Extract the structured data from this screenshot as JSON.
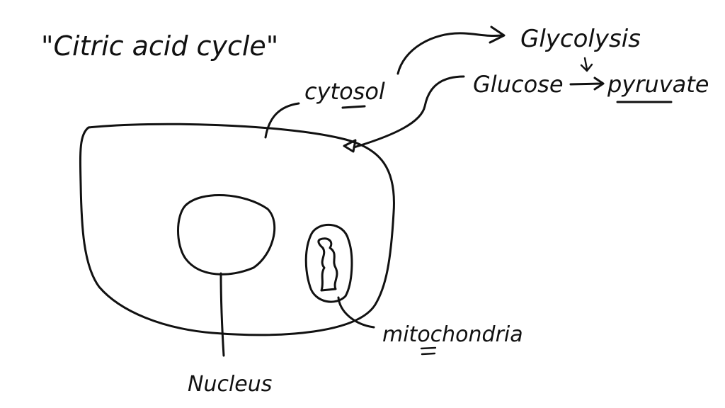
{
  "title": "\"Citric acid cycle\"",
  "labels": {
    "glycolysis": "Glycolysis",
    "cytosol": "cytosol",
    "glucose": "Glucose",
    "pyruvate": "pyruvate",
    "nucleus": "Nucleus",
    "mitochondria": "mitochondria"
  },
  "colors": {
    "ink": "#111111",
    "background": "#ffffff"
  }
}
